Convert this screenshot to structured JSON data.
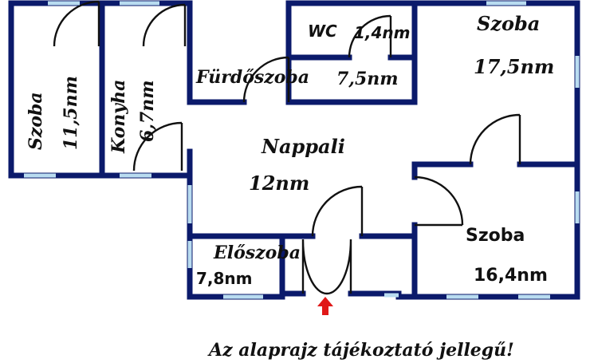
{
  "colors": {
    "wall": "#0b1a6b",
    "window": "#b9dcf0",
    "door": "#111111",
    "arrow": "#e01818",
    "background": "#ffffff"
  },
  "rooms": {
    "szoba_left": {
      "name": "Szoba",
      "area": "11,5nm"
    },
    "konyha": {
      "name": "Konyha",
      "area": "6,7nm"
    },
    "wc": {
      "name": "WC",
      "area": "1,4nm"
    },
    "furdoszoba": {
      "name": "Fürdőszoba",
      "area": "7,5nm"
    },
    "szoba_top_right": {
      "name": "Szoba",
      "area": "17,5nm"
    },
    "nappali": {
      "name": "Nappali",
      "area": "12nm"
    },
    "eloszoba": {
      "name": "Előszoba",
      "area": "7,8nm"
    },
    "szoba_bottom_right": {
      "name": "Szoba",
      "area": "16,4nm"
    }
  },
  "footer": {
    "note": "Az alaprajz tájékoztató jellegű!"
  },
  "icons": {
    "entrance": "entrance-arrow-icon"
  }
}
